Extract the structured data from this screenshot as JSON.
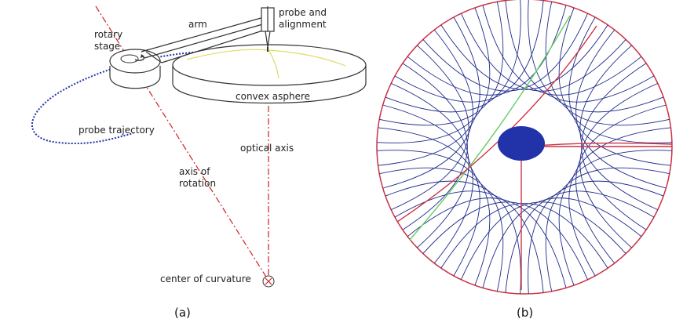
{
  "panel_a": {
    "labels": {
      "arm": "arm",
      "probe_line1": "probe and",
      "probe_line2": "alignment",
      "rotary_line1": "rotary",
      "rotary_line2": "stage",
      "asphere": "convex asphere",
      "trajectory": "probe trajectory",
      "optical_axis": "optical axis",
      "rotation_line1": "axis of",
      "rotation_line2": "rotation",
      "curvature": "center of curvature"
    },
    "caption": "(a)"
  },
  "panel_b": {
    "caption": "(b)",
    "trace_count": 40,
    "colors": {
      "boundary": "#cc3344",
      "traces": "#1e2a8a",
      "highlight_green": "#66cc66",
      "highlight_red": "#cc3344",
      "center_blob": "#2233aa"
    }
  },
  "colors": {
    "rotation_axis": "#cc2222",
    "trajectory": "#2233aa",
    "scan_line": "#dddd66",
    "lines": "#333333"
  }
}
